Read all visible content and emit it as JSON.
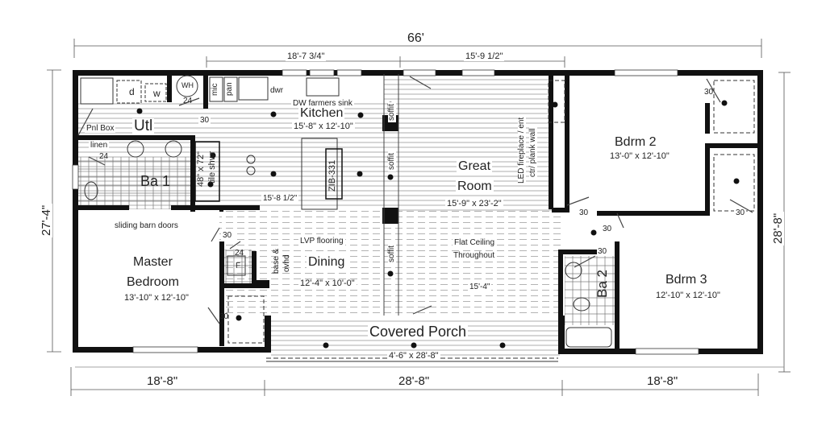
{
  "plan": {
    "overall": {
      "width": "66'",
      "left_height": "27'-4\"",
      "right_height": "28'-8\"",
      "top_segment_1": "18'-7 3/4\"",
      "top_segment_2": "15'-9 1/2\"",
      "bottom_left": "18'-8\"",
      "bottom_center": "28'-8\"",
      "bottom_right": "18'-8\""
    },
    "rooms": {
      "utility": {
        "name": "Utl"
      },
      "kitchen": {
        "name": "Kitchen",
        "size": "15'-8\" x 12'-10\""
      },
      "great_room": {
        "name_line1": "Great",
        "name_line2": "Room",
        "size": "15'-9\" x 23'-2\""
      },
      "bedroom2": {
        "name": "Bdrm 2",
        "size": "13'-0\" x 12'-10\""
      },
      "bedroom3": {
        "name": "Bdrm 3",
        "size": "12'-10\" x 12'-10\""
      },
      "bath1": {
        "name": "Ba 1"
      },
      "bath2": {
        "name": "Ba 2"
      },
      "master": {
        "name_line1": "Master",
        "name_line2": "Bedroom",
        "size": "13'-10\" x 12'-10\""
      },
      "dining": {
        "name": "Dining",
        "size": "12'-4\" x 10'-0\""
      },
      "porch": {
        "name": "Covered Porch",
        "size": "4'-6\" x 28'-8\""
      }
    },
    "notes": {
      "panel_box": "Pnl Box",
      "dryer": "d",
      "washer": "w",
      "water_heater": "WH",
      "microwave": "mic",
      "pantry": "pan",
      "drawer": "dwr",
      "dw_sink": "DW farmers sink",
      "island": "ZIB-331",
      "kitchen_run": "15'-8 1/2\"",
      "linen": "linen",
      "shower_size": "48\" x 72\"",
      "shower_type": "tile shwr",
      "barn_doors": "sliding barn doors",
      "lvp": "LVP flooring",
      "base_ovhd_1": "base &",
      "base_ovhd_2": "ovhd",
      "soffit": "soffit",
      "fireplace_1": "LED fireplace / ent",
      "fireplace_2": "ctr/ plank wall",
      "flat_ceiling_1": "Flat Ceiling",
      "flat_ceiling_2": "Throughout",
      "dining_run": "15'-4\"",
      "furnace": "F",
      "door_30": "30",
      "door_24": "24"
    }
  }
}
